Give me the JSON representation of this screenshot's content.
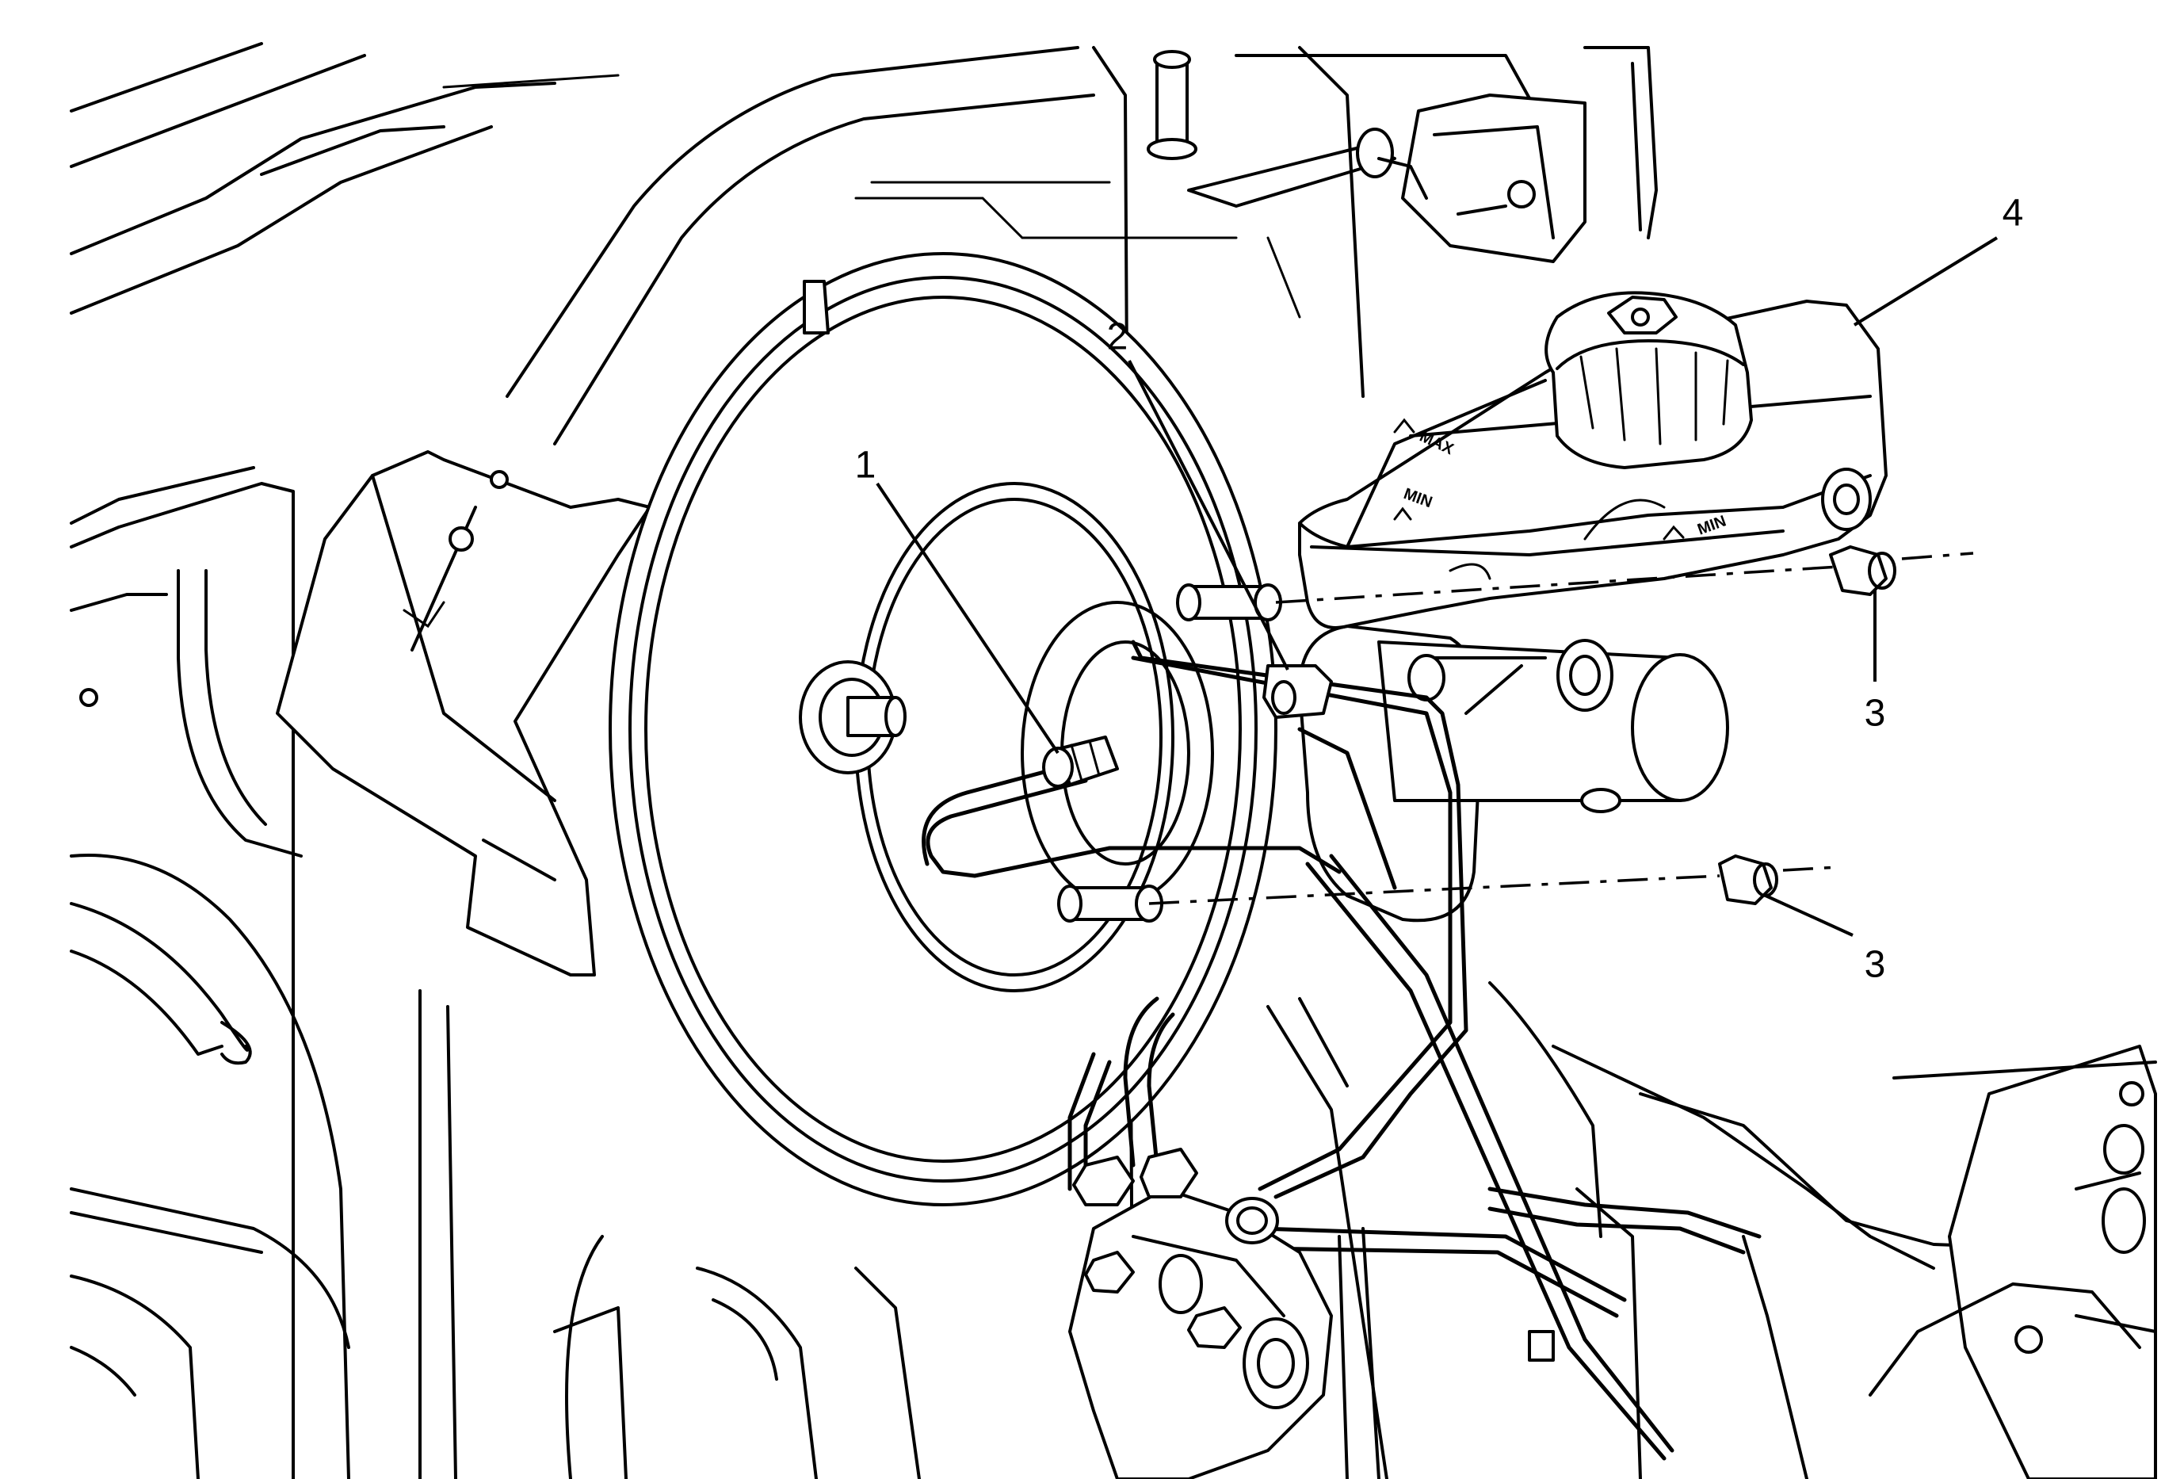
{
  "callouts": [
    {
      "id": "callout-1",
      "label": "1"
    },
    {
      "id": "callout-2",
      "label": "2"
    },
    {
      "id": "callout-3-upper",
      "label": "3"
    },
    {
      "id": "callout-3-lower",
      "label": "3"
    },
    {
      "id": "callout-4",
      "label": "4"
    }
  ],
  "reservoir_markings": {
    "max": "MAX",
    "min_left": "MIN",
    "min_right": "MIN"
  }
}
